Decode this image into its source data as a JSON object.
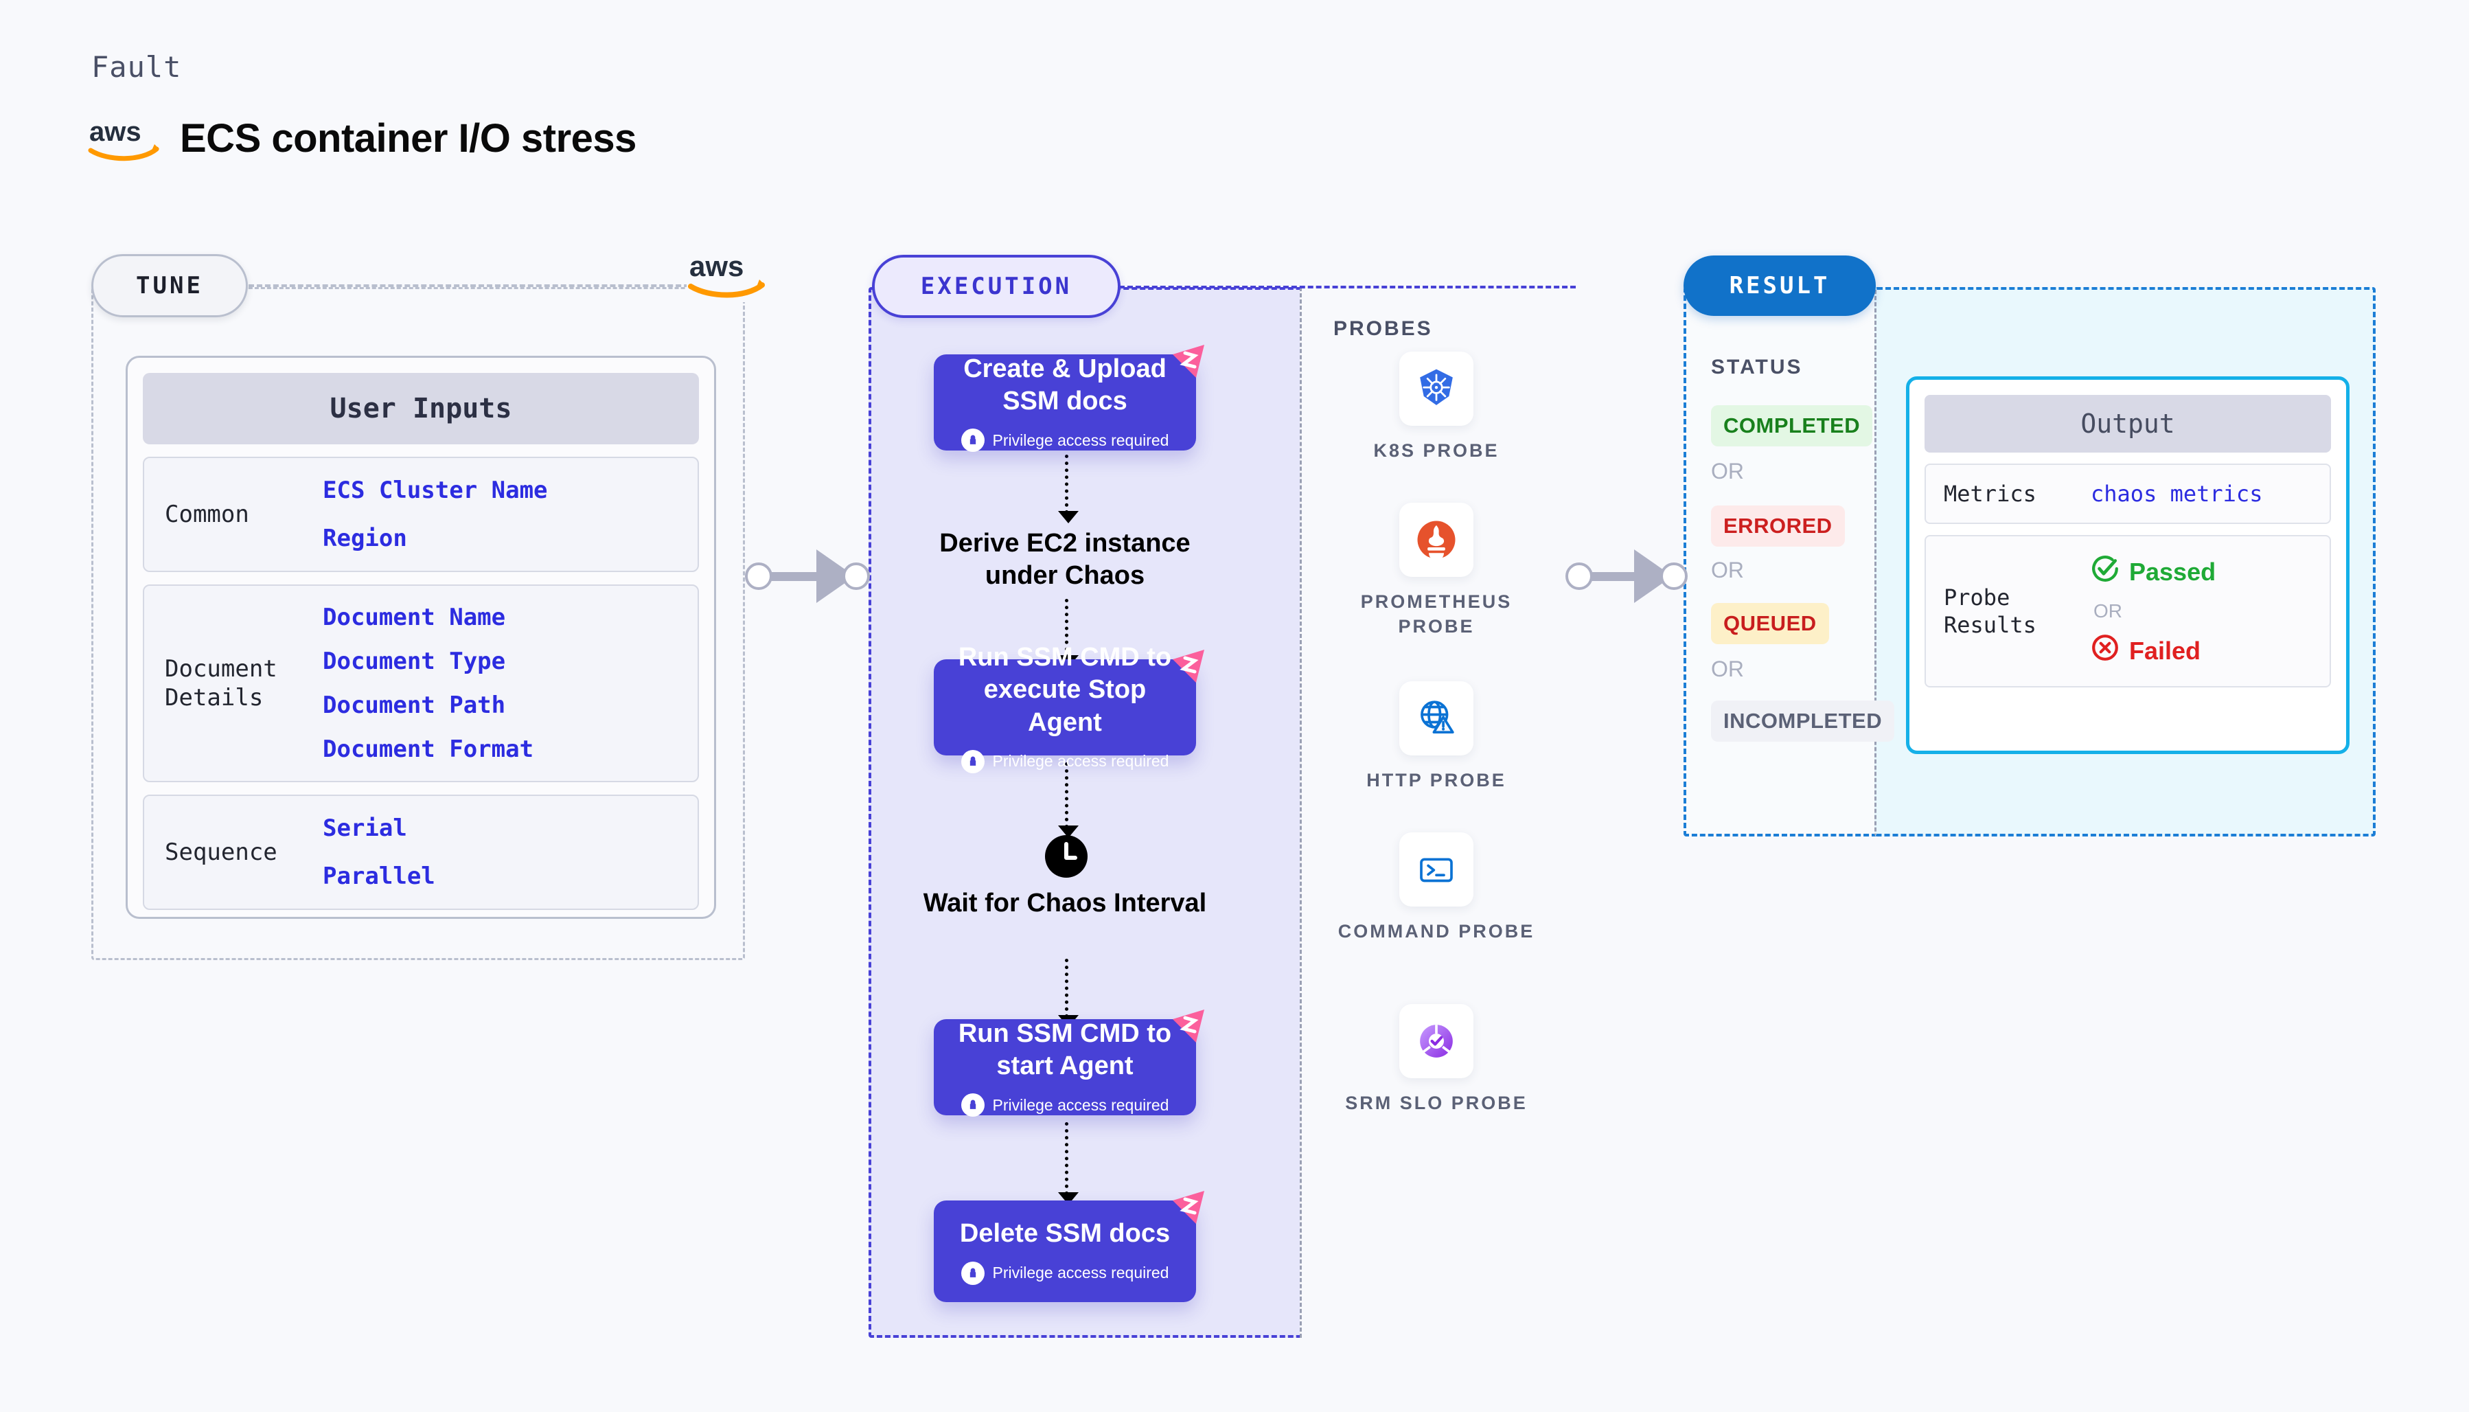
{
  "header": {
    "eyebrow": "Fault",
    "logo": "aws-logo",
    "title": "ECS container I/O stress"
  },
  "tune": {
    "badge": "TUNE",
    "card_title": "User Inputs",
    "groups": [
      {
        "label": "Common",
        "values": [
          "ECS Cluster Name",
          "Region"
        ]
      },
      {
        "label": "Document\nDetails",
        "values": [
          "Document Name",
          "Document Type",
          "Document Path",
          "Document Format"
        ]
      },
      {
        "label": "Sequence",
        "values": [
          "Serial",
          "Parallel"
        ]
      }
    ]
  },
  "execution": {
    "badge": "EXECUTION",
    "privilege_text": "Privilege access required",
    "steps": [
      {
        "type": "box",
        "title": "Create & Upload SSM docs",
        "privileged": true
      },
      {
        "type": "plain",
        "title": "Derive EC2 instance under Chaos",
        "icon": ""
      },
      {
        "type": "box",
        "title": "Run SSM CMD to execute Stop Agent",
        "privileged": true
      },
      {
        "type": "plain",
        "title": "Wait for Chaos Interval",
        "icon": "clock-icon"
      },
      {
        "type": "box",
        "title": "Run SSM CMD to start Agent",
        "privileged": true
      },
      {
        "type": "box",
        "title": "Delete SSM docs",
        "privileged": true
      }
    ]
  },
  "probes": {
    "label": "PROBES",
    "items": [
      {
        "name": "K8S PROBE",
        "icon": "kubernetes-icon"
      },
      {
        "name": "PROMETHEUS PROBE",
        "icon": "prometheus-icon"
      },
      {
        "name": "HTTP PROBE",
        "icon": "http-globe-icon"
      },
      {
        "name": "COMMAND PROBE",
        "icon": "terminal-icon"
      },
      {
        "name": "SRM SLO PROBE",
        "icon": "srm-slo-icon"
      }
    ]
  },
  "result": {
    "badge": "RESULT",
    "status_label": "STATUS",
    "or_text": "OR",
    "statuses": [
      {
        "text": "COMPLETED",
        "fg": "#18801c",
        "bg": "#e3f7e4"
      },
      {
        "text": "ERRORED",
        "fg": "#cc1f1f",
        "bg": "#fdeaea"
      },
      {
        "text": "QUEUED",
        "fg": "#c81e1e",
        "bg": "#fdf0c8"
      },
      {
        "text": "INCOMPLETED",
        "fg": "#5b6176",
        "bg": "#f0f1f6"
      }
    ],
    "output": {
      "title": "Output",
      "metrics_label": "Metrics",
      "metrics_value": "chaos metrics",
      "probe_results_label": "Probe\nResults",
      "passed": "Passed",
      "failed": "Failed",
      "or_text": "OR"
    }
  },
  "colors": {
    "accent_purple": "#4841d6",
    "accent_blue": "#1172c9",
    "accent_cyan": "#14b0e8",
    "ribbon_pink": "#fb5f9c",
    "aws_orange": "#ff9900",
    "passed_green": "#1faa36",
    "failed_red": "#e02020"
  }
}
